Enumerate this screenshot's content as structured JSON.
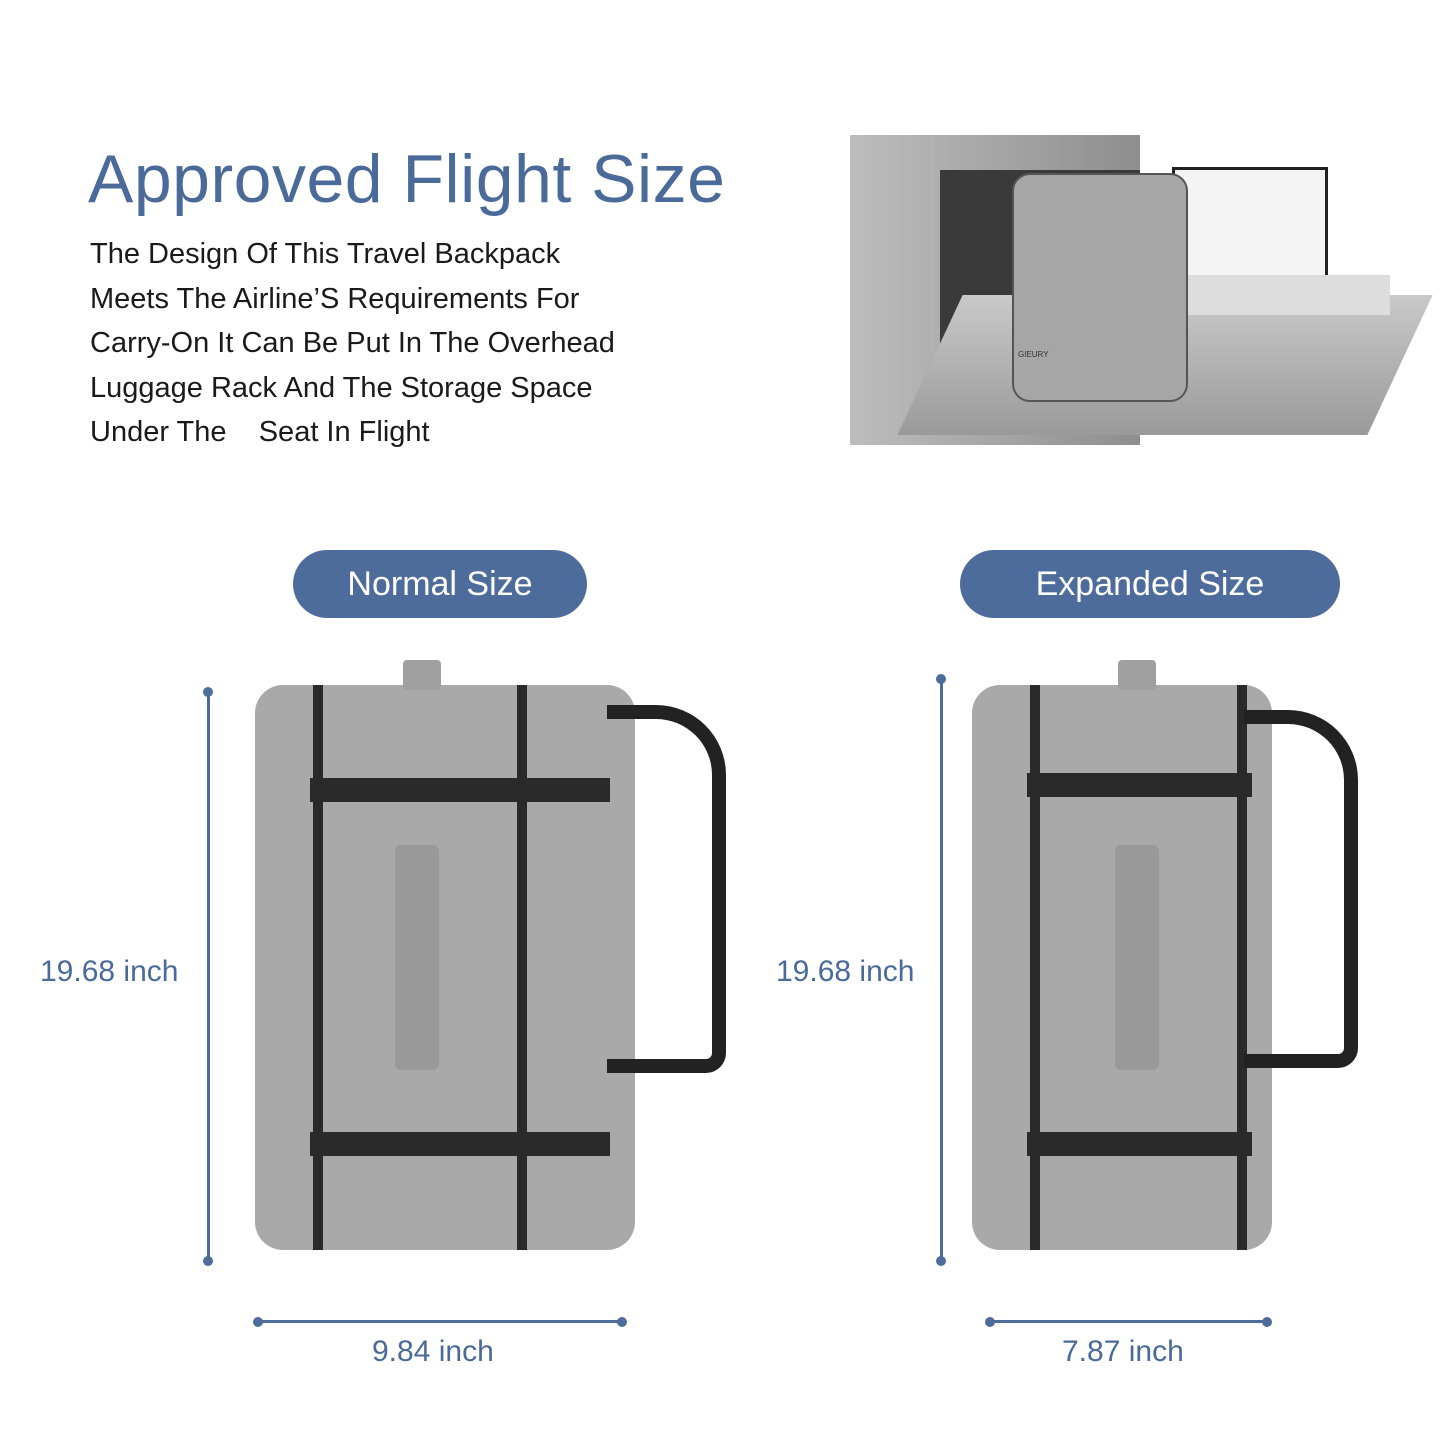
{
  "heading": "Approved Flight Size",
  "description_lines": [
    "The Design Of This Travel Backpack",
    "Meets The Airline’S Requirements For",
    "Carry-On It Can Be Put In The Overhead",
    "Luggage Rack And The Storage Space",
    "Under The    Seat In Flight"
  ],
  "normal": {
    "label": "Normal Size",
    "height": "19.68 inch",
    "width": "9.84 inch"
  },
  "expanded": {
    "label": "Expanded Size",
    "height": "19.68 inch",
    "width": "7.87 inch"
  },
  "brand_on_bag": "GIEURY",
  "colors": {
    "accent": "#4d6c9b",
    "title": "#4a6a9a",
    "bag": "#a9a9a9"
  }
}
